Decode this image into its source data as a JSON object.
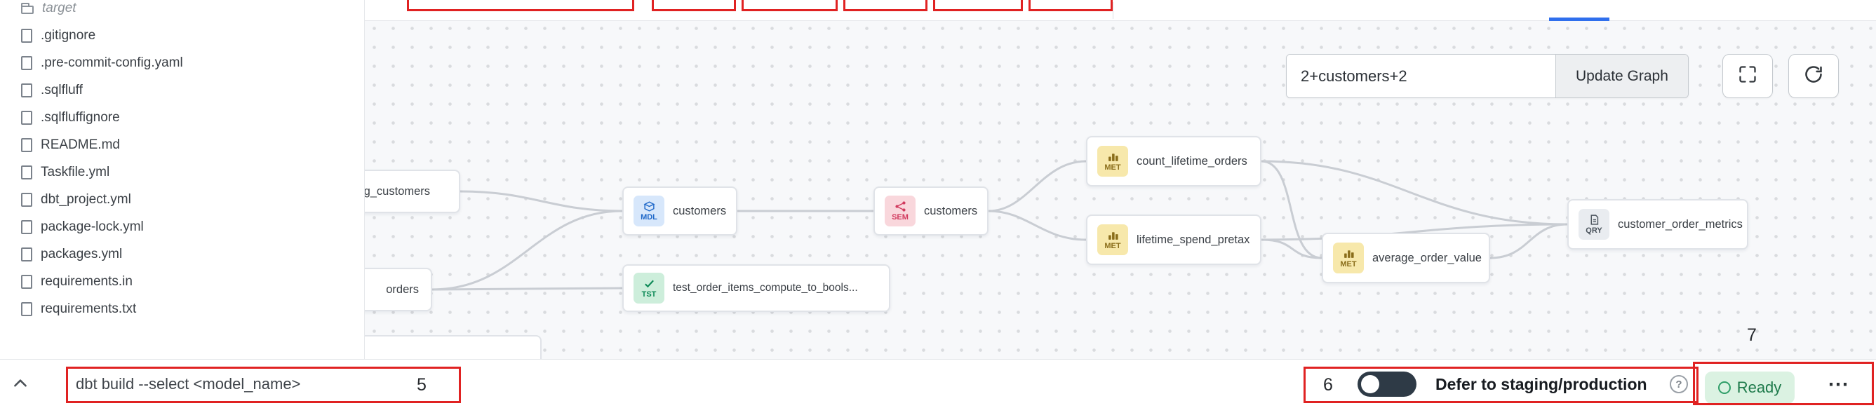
{
  "colors": {
    "annotation_red": "#e02222",
    "tab_accent_blue": "#2f6fed",
    "ready_green_bg": "#dbf2e2",
    "ready_green_text": "#1e7a4b"
  },
  "sidebar": {
    "items": [
      {
        "label": "target",
        "kind": "folder"
      },
      {
        "label": ".gitignore",
        "kind": "file"
      },
      {
        "label": ".pre-commit-config.yaml",
        "kind": "file"
      },
      {
        "label": ".sqlfluff",
        "kind": "file"
      },
      {
        "label": ".sqlfluffignore",
        "kind": "file"
      },
      {
        "label": "README.md",
        "kind": "file"
      },
      {
        "label": "Taskfile.yml",
        "kind": "file"
      },
      {
        "label": "dbt_project.yml",
        "kind": "file"
      },
      {
        "label": "package-lock.yml",
        "kind": "file"
      },
      {
        "label": "packages.yml",
        "kind": "file"
      },
      {
        "label": "requirements.in",
        "kind": "file"
      },
      {
        "label": "requirements.txt",
        "kind": "file"
      }
    ]
  },
  "lineage": {
    "selector": {
      "value": "2+customers+2",
      "update_label": "Update Graph"
    },
    "nodes": [
      {
        "label": "tg_customers",
        "badge": ""
      },
      {
        "label": "orders",
        "badge": ""
      },
      {
        "label": "customers",
        "badge": "MDL"
      },
      {
        "label": "test_order_items_compute_to_bools...",
        "badge": "TST"
      },
      {
        "label": "customers",
        "badge": "SEM"
      },
      {
        "label": "count_lifetime_orders",
        "badge": "MET"
      },
      {
        "label": "lifetime_spend_pretax",
        "badge": "MET"
      },
      {
        "label": "average_order_value",
        "badge": "MET"
      },
      {
        "label": "customer_order_metrics",
        "badge": "QRY"
      }
    ]
  },
  "statusbar": {
    "command": "dbt build --select <model_name>",
    "defer_label": "Defer to staging/production",
    "help_glyph": "?",
    "ready_label": "Ready",
    "more_glyph": "⋯"
  },
  "annotations": {
    "n5": "5",
    "n6": "6",
    "n7": "7"
  }
}
